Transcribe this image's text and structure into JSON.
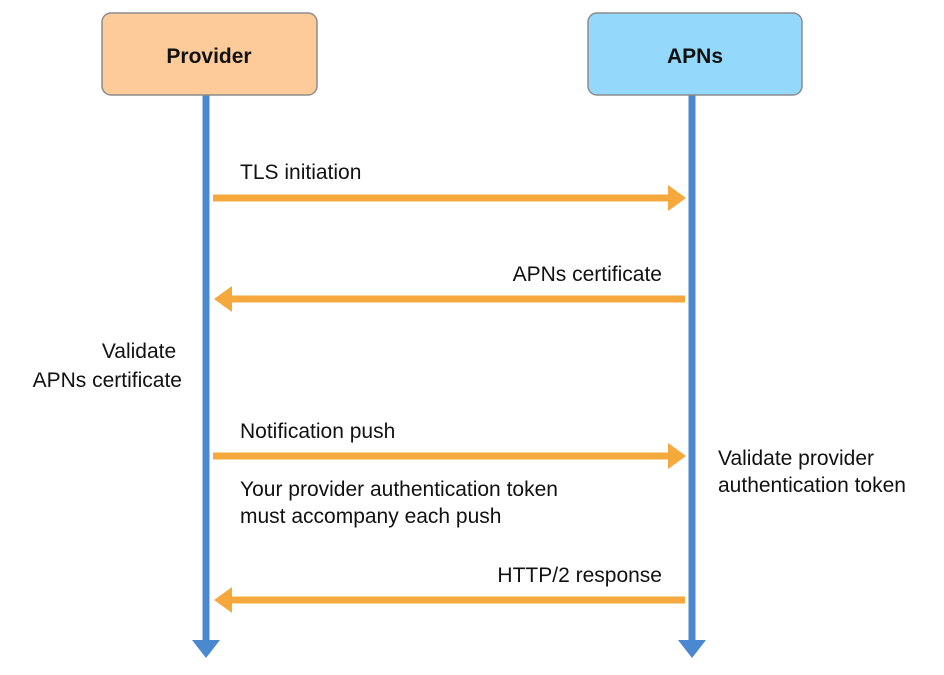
{
  "colors": {
    "provider_fill": "#FDCB9A",
    "apns_fill": "#94D9FC",
    "box_stroke": "#8C8C8C",
    "lifeline": "#4A88CF",
    "message_arrow": "#F5A83C",
    "text": "#111111"
  },
  "actors": [
    {
      "id": "provider",
      "label": "Provider"
    },
    {
      "id": "apns",
      "label": "APNs"
    }
  ],
  "messages": [
    {
      "label": "TLS initiation",
      "from": "provider",
      "to": "apns"
    },
    {
      "label": "APNs certificate",
      "from": "apns",
      "to": "provider"
    },
    {
      "label": "Notification push",
      "from": "provider",
      "to": "apns"
    },
    {
      "label": "HTTP/2 response",
      "from": "apns",
      "to": "provider"
    }
  ],
  "notes": {
    "validate_apns": [
      "Validate",
      "APNs certificate"
    ],
    "token_requirement": [
      "Your provider authentication token",
      "must accompany each push"
    ],
    "validate_provider": [
      "Validate provider",
      "authentication token"
    ]
  }
}
